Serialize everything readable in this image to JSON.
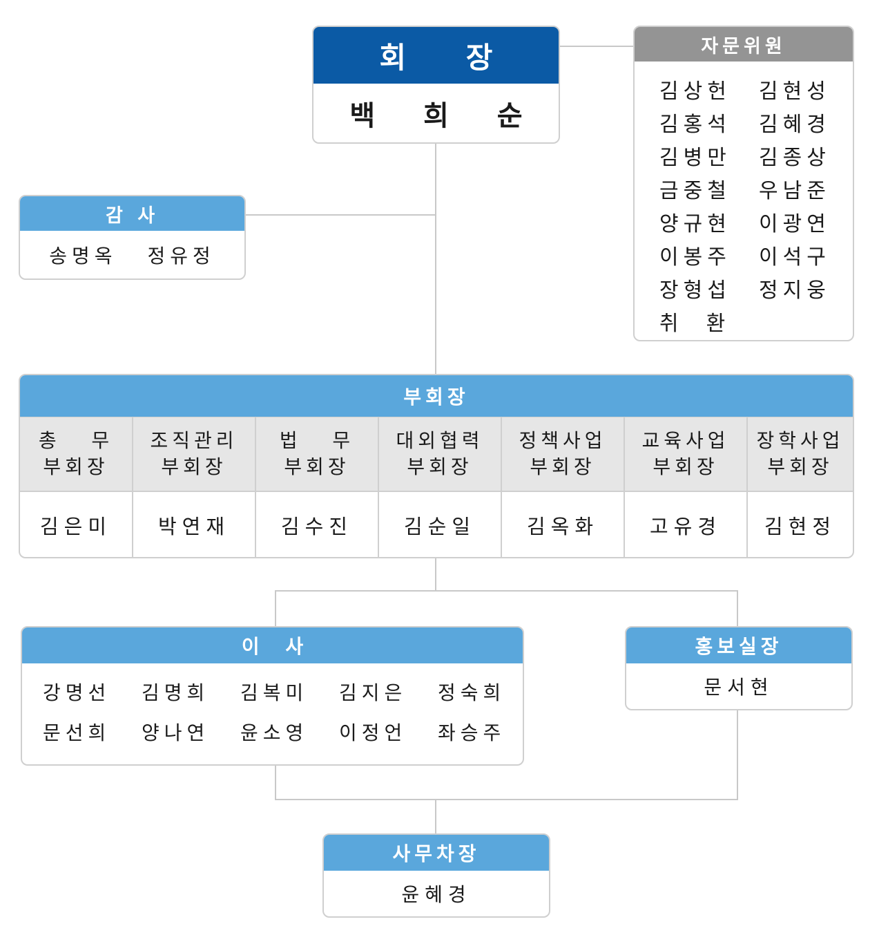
{
  "president": {
    "title": "회 장",
    "name": "백 희 순"
  },
  "advisors": {
    "title": "자문위원",
    "members": [
      "김상헌",
      "김현성",
      "김홍석",
      "김혜경",
      "김병만",
      "김종상",
      "금중철",
      "우남준",
      "양규현",
      "이광연",
      "이봉주",
      "이석구",
      "장형섭",
      "정지웅",
      "취  환"
    ]
  },
  "auditor": {
    "title": "감 사",
    "members": [
      "송명옥",
      "정유정"
    ]
  },
  "vice_presidents": {
    "title": "부회장",
    "roles": [
      {
        "role": "총   무\n부회장",
        "name": "김은미"
      },
      {
        "role": "조직관리\n부회장",
        "name": "박연재"
      },
      {
        "role": "법   무\n부회장",
        "name": "김수진"
      },
      {
        "role": "대외협력\n부회장",
        "name": "김순일"
      },
      {
        "role": "정책사업\n부회장",
        "name": "김옥화"
      },
      {
        "role": "교육사업\n부회장",
        "name": "고유경"
      },
      {
        "role": "장학사업\n부회장",
        "name": "김현정"
      }
    ]
  },
  "directors": {
    "title": "이 사",
    "members": [
      "강명선",
      "김명희",
      "김복미",
      "김지은",
      "정숙희",
      "문선희",
      "양나연",
      "윤소영",
      "이정언",
      "좌승주"
    ]
  },
  "pr_director": {
    "title": "홍보실장",
    "name": "문서현"
  },
  "secretary_general": {
    "title": "사무차장",
    "name": "윤혜경"
  }
}
